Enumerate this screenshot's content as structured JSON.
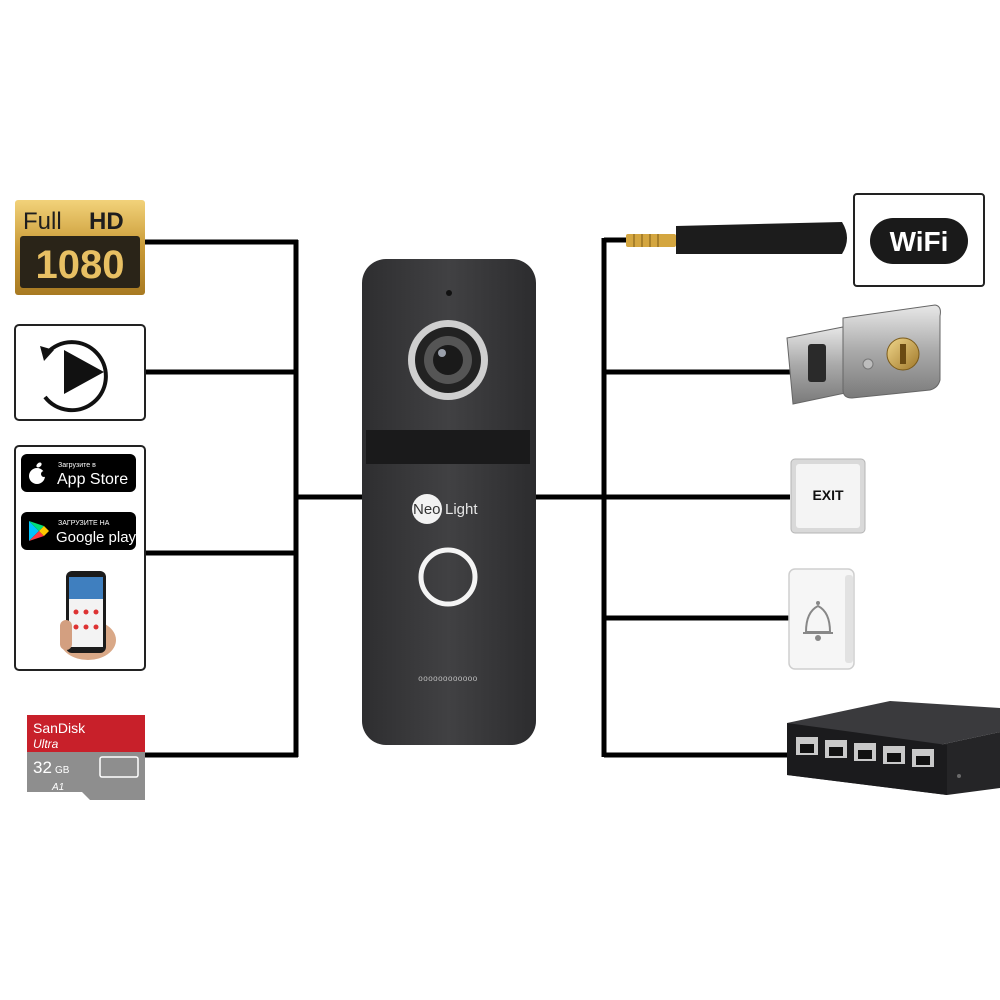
{
  "device": {
    "brand_prefix": "Neo",
    "brand_suffix": "Light",
    "speaker_dots": "oooooooooooo"
  },
  "left_features": {
    "full_hd": {
      "line1_a": "Full",
      "line1_b": "HD",
      "line2": "1080"
    },
    "playback": {
      "icon": "replay-play-icon"
    },
    "apps": {
      "app_store": {
        "small": "Загрузите в",
        "big": "App Store",
        "icon": "apple-icon"
      },
      "google_play": {
        "small": "ЗАГРУЗИТЕ НА",
        "big": "Google play",
        "icon": "play-triangle-icon"
      },
      "phone": {
        "icon": "smartphone-icon"
      }
    },
    "sd_card": {
      "brand": "SanDisk",
      "model": "Ultra",
      "capacity": "32",
      "unit": "GB",
      "class": "A1"
    }
  },
  "right_features": {
    "wifi": {
      "text": "WiFi"
    },
    "antenna": {
      "icon": "antenna-icon"
    },
    "lock": {
      "icon": "electric-lock-icon"
    },
    "exit_button": {
      "text": "EXIT"
    },
    "doorbell": {
      "icon": "bell-icon"
    },
    "switch": {
      "icon": "network-switch-icon"
    }
  },
  "colors": {
    "line": "#000000",
    "panel": "#3a3a3c",
    "gold": "#d4a640",
    "sd_red": "#c8202a"
  }
}
